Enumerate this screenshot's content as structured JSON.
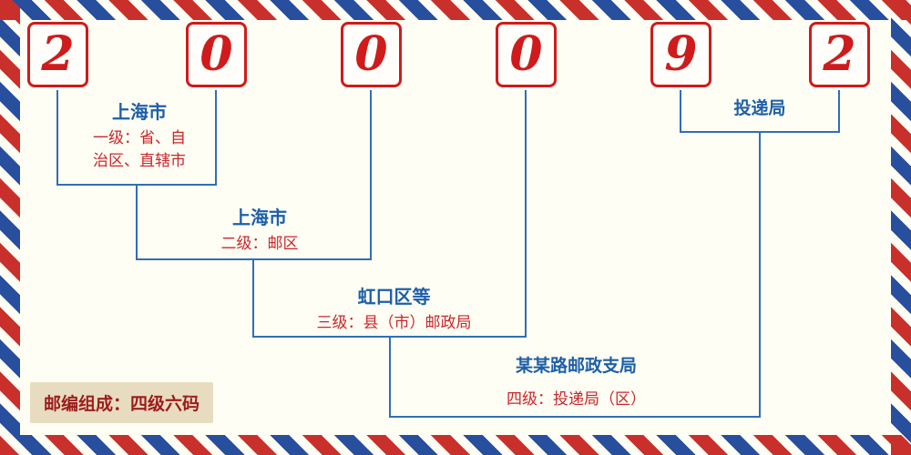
{
  "postal_code": {
    "value": "200092",
    "digits": [
      "2",
      "0",
      "0",
      "0",
      "9",
      "2"
    ]
  },
  "levels": [
    {
      "place": "上海市",
      "desc": "一级：省、自治区、直辖市"
    },
    {
      "place": "上海市",
      "desc": "二级：邮区"
    },
    {
      "place": "虹口区等",
      "desc": "三级：县（市）邮政局"
    },
    {
      "place": "某某路邮政支局",
      "desc": "四级：投递局（区）"
    }
  ],
  "delivery": {
    "label": "投递局"
  },
  "footer": {
    "note": "邮编组成：四级六码"
  },
  "colors": {
    "digit_red": "#cf1b1b",
    "label_red": "#c9262b",
    "label_blue": "#1d5fa8",
    "line_blue": "#2f6fb5",
    "stripe_red": "#c9302c",
    "stripe_blue": "#274f9e",
    "note_bg": "#e8dcc0",
    "note_text": "#9c1c1c",
    "background": "#fffef4"
  }
}
